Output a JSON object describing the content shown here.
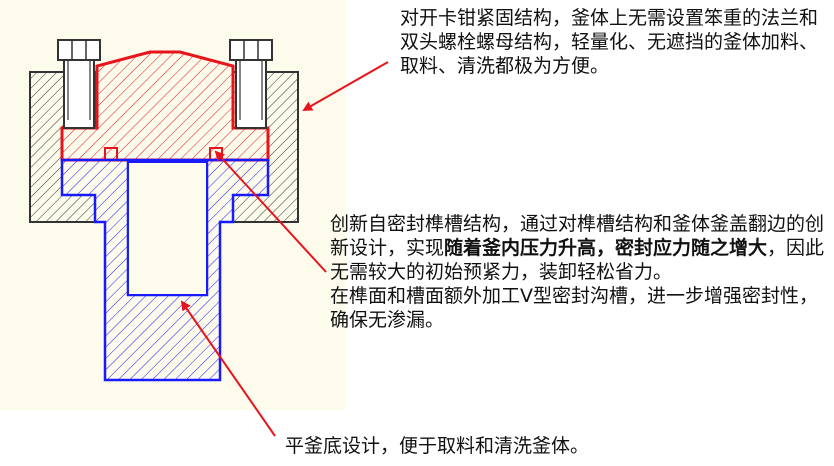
{
  "annotations": {
    "top": "对开卡钳紧固结构，釜体上无需设置笨重的法兰和双头螺栓螺母结构，轻量化、无遮挡的釜体加料、取料、清洗都极为方便。",
    "middle": {
      "part1": "创新自密封榫槽结构，通过对榫槽结构和釜体釜盖翻边的创新设计，实现",
      "bold": "随着釜内压力升高，密封应力随之增大",
      "part2": "，因此无需较大的初始预紧力，装卸轻松省力。",
      "part3": "在榫面和槽面额外加工V型密封沟槽，进一步增强密封性，确保无渗漏。"
    },
    "bottom": "平釜底设计，便于取料和清洗釜体。"
  },
  "colors": {
    "panel_bg": "#fdfbec",
    "lid": "#e8141c",
    "body": "#1a1aff",
    "clamp": "#333333",
    "arrow": "#e8141c"
  }
}
